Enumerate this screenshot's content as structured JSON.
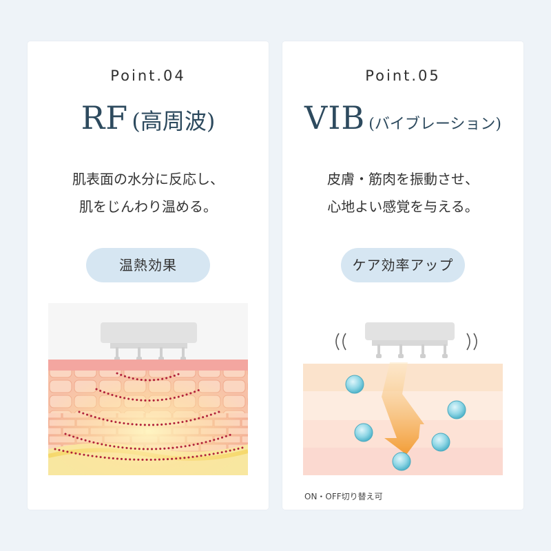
{
  "cards": [
    {
      "point_label": "Point.04",
      "title_main": "RF",
      "title_sub": "(高周波)",
      "description_line1": "肌表面の水分に反応し、",
      "description_line2": "肌をじんわり温める。",
      "badge": "温熱効果"
    },
    {
      "point_label": "Point.05",
      "title_main": "VIB",
      "title_sub": "(バイブレーション)",
      "description_line1": "皮膚・筋肉を振動させ、",
      "description_line2": "心地よい感覚を与える。",
      "badge": "ケア効率アップ",
      "note": "ON・OFF切り替え可"
    }
  ],
  "colors": {
    "background": "#eef3f8",
    "card": "#ffffff",
    "title": "#2d4a5e",
    "badge": "#d6e6f2",
    "heat_dots": "#b0213a",
    "vib_arrow": "#f2a43a",
    "vib_bubble": "#7fd0e0"
  },
  "icons": {
    "rf_illustration": "rf-heat-skin-diagram",
    "vib_illustration": "vibration-skin-diagram"
  }
}
